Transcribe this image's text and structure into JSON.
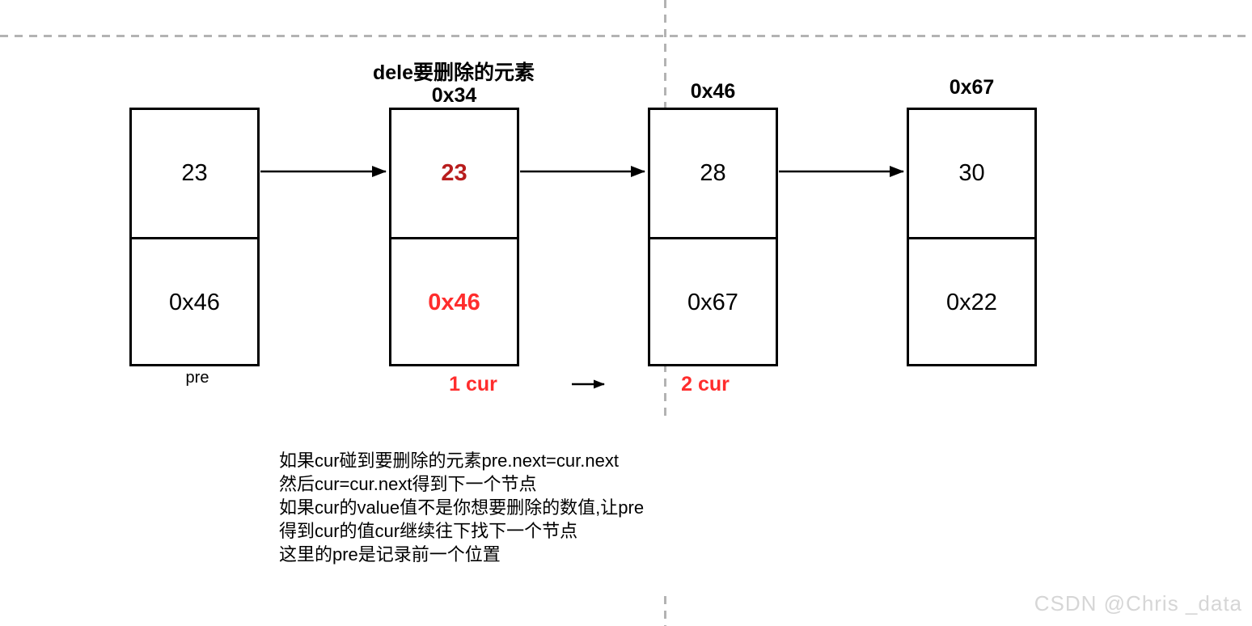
{
  "diagram": {
    "title": "dele要删除的元素",
    "nodes": [
      {
        "address": "",
        "value": "23",
        "next": "0x46",
        "below_label": "pre"
      },
      {
        "address": "0x34",
        "value": "23",
        "next": "0x46",
        "below_label": "1 cur"
      },
      {
        "address": "0x46",
        "value": "28",
        "next": "0x67",
        "below_label": "2 cur"
      },
      {
        "address": "0x67",
        "value": "30",
        "next": "0x22",
        "below_label": ""
      }
    ],
    "notes": [
      "如果cur碰到要删除的元素pre.next=cur.next",
      "然后cur=cur.next得到下一个节点",
      "如果cur的value值不是你想要删除的数值,让pre",
      "得到cur的值cur继续往下找下一个节点",
      "这里的pre是记录前一个位置"
    ],
    "watermark": "CSDN @Chris _data",
    "colors": {
      "highlight_value_red": "#b81d1d",
      "highlight_pointer_red": "#ff2d2d",
      "dash_gray": "#b3b3b3",
      "watermark_gray": "#d6d6d6",
      "node_border": "#000000"
    }
  }
}
